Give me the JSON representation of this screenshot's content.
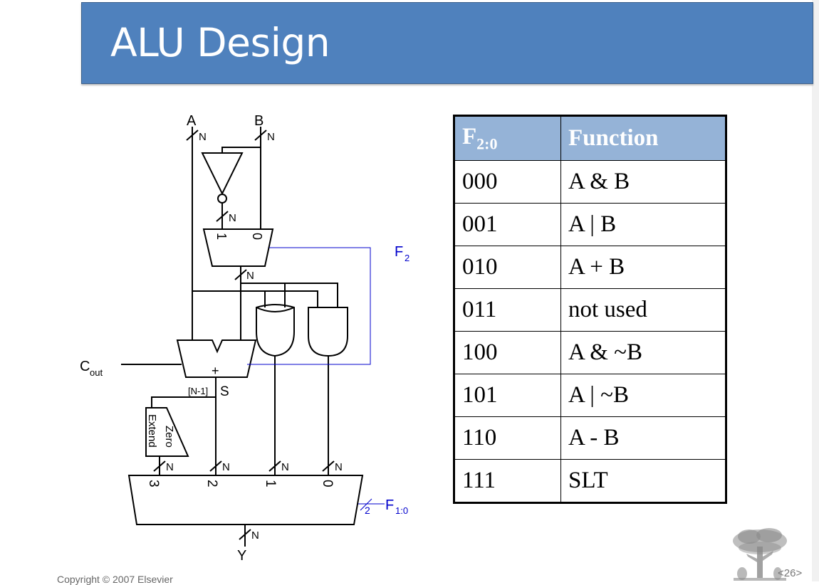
{
  "slide": {
    "title": "ALU Design"
  },
  "circuit": {
    "input_a": "A",
    "input_b": "B",
    "bus_width": "N",
    "mux_in_1": "1",
    "mux_in_0": "0",
    "f2_label": "F",
    "f2_sub": "2",
    "cout_label": "C",
    "cout_sub": "out",
    "adder_symbol": "+",
    "sum_label": "S",
    "msb_label": "[N-1]",
    "zero_extend": [
      "Zero",
      "Extend"
    ],
    "outmux_inputs": [
      "3",
      "2",
      "1",
      "0"
    ],
    "select_width": "2",
    "f10_label": "F",
    "f10_sub": "1:0",
    "output_y": "Y"
  },
  "table": {
    "header": {
      "col1_main": "F",
      "col1_sub": "2:0",
      "col2": "Function"
    },
    "rows": [
      {
        "code": "000",
        "func": "A & B"
      },
      {
        "code": "001",
        "func": "A | B"
      },
      {
        "code": "010",
        "func": "A + B"
      },
      {
        "code": "011",
        "func": "not used"
      },
      {
        "code": "100",
        "func": "A & ~B"
      },
      {
        "code": "101",
        "func": "A | ~B"
      },
      {
        "code": "110",
        "func": "A - B"
      },
      {
        "code": "111",
        "func": "SLT"
      }
    ]
  },
  "footer": {
    "copyright": "Copyright © 2007 Elsevier",
    "page": "<26>"
  },
  "colors": {
    "title_bg": "#4f81bd",
    "table_header_bg": "#95b3d7",
    "control_wire": "#0000cc"
  },
  "icons": {
    "logo": "elsevier-tree-logo-icon"
  }
}
